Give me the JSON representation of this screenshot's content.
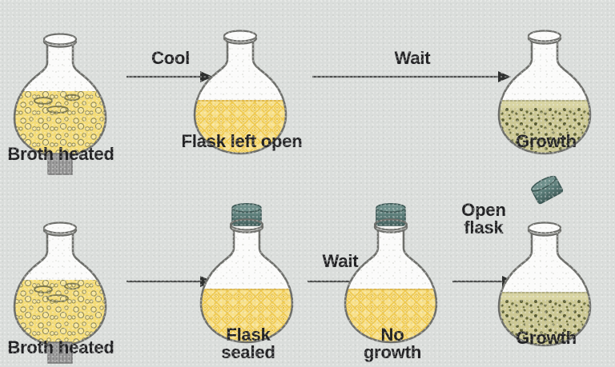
{
  "diagram": {
    "title": "Spontaneous generation flask experiment",
    "background_color": "#dadddb",
    "text_color": "#222224"
  },
  "palette": {
    "glass_outline": "#6e6f6b",
    "glass_fill": "#fbfbfa",
    "broth_fresh": "#f7e08a",
    "broth_fresh_pattern": "#efc95d",
    "broth_boiling": "#f2d96e",
    "broth_heated_bottom": "#f5b800",
    "broth_growth": "#ccc894",
    "growth_specks": "#5f6236",
    "bubble_outline": "#8a8456",
    "stopper": "#5d7d7a",
    "burner": "#8d8d8d",
    "arrow": "#4b4d4c"
  },
  "rows": [
    {
      "id": "open-flask-row",
      "name": "unsealed-flask-series",
      "nodes": [
        {
          "id": "top-1",
          "name": "flask-broth-heated",
          "caption": "Broth heated",
          "state": "boiling",
          "sealed": false,
          "heated": true
        },
        {
          "id": "top-2",
          "name": "flask-left-open",
          "caption": "Flask left open",
          "state": "fresh",
          "sealed": false,
          "heated": false
        },
        {
          "id": "top-3",
          "name": "flask-growth-open",
          "caption": "Growth",
          "state": "growth",
          "sealed": false,
          "heated": false
        }
      ],
      "arrows": [
        {
          "id": "top-arrow-1",
          "name": "arrow-cool",
          "label": "Cool"
        },
        {
          "id": "top-arrow-2",
          "name": "arrow-wait",
          "label": "Wait"
        }
      ]
    },
    {
      "id": "sealed-flask-row",
      "name": "sealed-flask-series",
      "nodes": [
        {
          "id": "bot-1",
          "name": "flask-broth-heated",
          "caption": "Broth heated",
          "state": "boiling",
          "sealed": false,
          "heated": true
        },
        {
          "id": "bot-2",
          "name": "flask-sealed",
          "caption": "Flask\nsealed",
          "state": "fresh",
          "sealed": true,
          "heated": false
        },
        {
          "id": "bot-3",
          "name": "flask-no-growth",
          "caption": "No\ngrowth",
          "state": "fresh",
          "sealed": true,
          "heated": false
        },
        {
          "id": "bot-4",
          "name": "flask-growth-after-opening",
          "caption": "Growth",
          "state": "growth",
          "sealed": false,
          "heated": false
        }
      ],
      "arrows": [
        {
          "id": "bot-arrow-1",
          "name": "arrow-transfer",
          "label": ""
        },
        {
          "id": "bot-arrow-2",
          "name": "arrow-wait",
          "label": "Wait"
        },
        {
          "id": "bot-arrow-3",
          "name": "arrow-open-flask",
          "label": "Open\nflask"
        }
      ],
      "detached_stopper": {
        "name": "removed-stopper-icon",
        "label": ""
      }
    }
  ]
}
